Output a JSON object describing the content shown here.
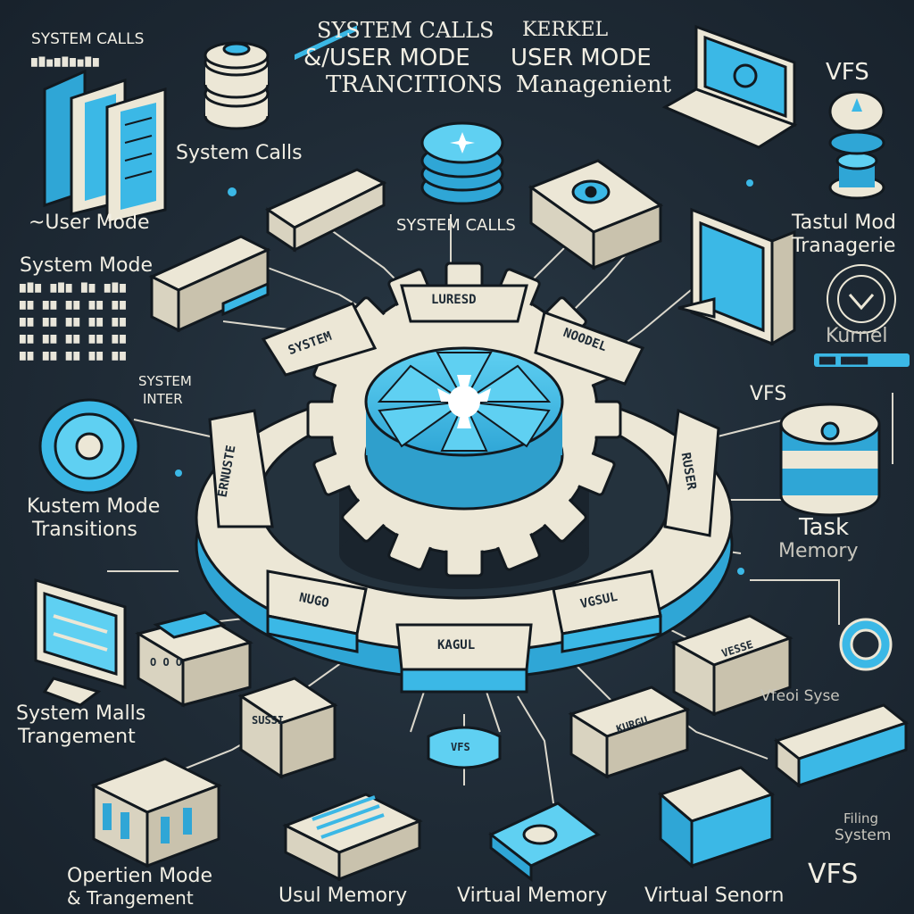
{
  "labels": {
    "top_left": "SYSTEM CALLS",
    "top_center_1": "SYSTEM CALLS",
    "top_center_2": "&/USER MODE",
    "top_center_3": "TRANCITIONS",
    "top_right_1": "KERKEL",
    "top_right_2": "USER MODE",
    "top_right_3": "Managenient",
    "vfs_top": "VFS",
    "system_calls": "System Calls",
    "user_mode": "~User Mode",
    "system_calls_center": "SYSTEM CALLS",
    "system_mode": "System Mode",
    "system_inter_1": "SYSTEM",
    "system_inter_2": "INTER",
    "kustem_mode_1": "Kustem Mode",
    "kustem_mode_2": "Transitions",
    "task_mode_1": "Tastul Mod",
    "task_mode_2": "Tranagerie",
    "kernel_badge": "Kurnel",
    "vfs_mid": "VFS",
    "task": "Task",
    "memory": "Memory",
    "system_malls_1": "System Malls",
    "system_malls_2": "Trangement",
    "vfs_system": "Vfeoi Syse",
    "file_system_1": "Filing",
    "file_system_2": "System",
    "opertion_1": "Opertien Mode",
    "opertion_2": "& Trangement",
    "usul_memory": "Usul Memory",
    "virtual_memory": "Virtual Memory",
    "virtual_senorn": "Virtual Senorn",
    "vfs_bottom": "VFS"
  },
  "ring_segments": {
    "top": "LURESD",
    "upper_left": "SYSTEM",
    "upper_right": "NOODEL",
    "left": "ERNUSTE",
    "right": "RUSER",
    "lower_left": "NUGO",
    "bottom": "KAGUL",
    "lower_right": "VGSUL"
  },
  "boxes": {
    "left_small": "O O O",
    "left_tall": "SUSSI",
    "right_small": "VESSE",
    "right_lower": "KURGU",
    "center_tag": "VFS"
  },
  "colors": {
    "accent": "#3bb8e6",
    "cream": "#ece7d6",
    "background": "#1f2b36",
    "outline": "#12191f"
  }
}
